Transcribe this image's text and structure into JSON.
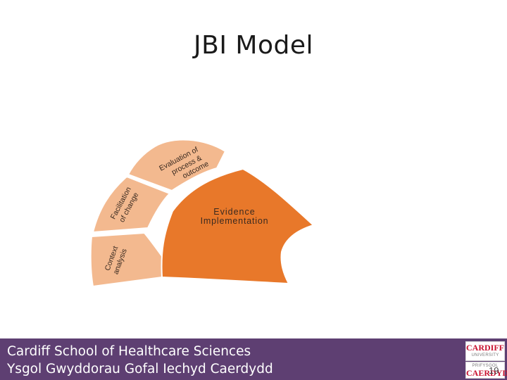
{
  "slide": {
    "title": "JBI Model",
    "page_number": "19"
  },
  "diagram": {
    "center_lines": [
      "Evidence",
      "Implementation"
    ],
    "segments": [
      {
        "lines": [
          "Context",
          "analysis"
        ]
      },
      {
        "lines": [
          "Facilitation",
          "of change"
        ]
      },
      {
        "lines": [
          "Evaluation of",
          "process &",
          "outcome"
        ]
      }
    ],
    "colors": {
      "center_fill": "#e8782a",
      "segment_fill": "#f3b98f",
      "outline": "#ffffff"
    }
  },
  "footer": {
    "line1": "Cardiff School of Healthcare Sciences",
    "line2": "Ysgol Gwyddorau Gofal Iechyd Caerdydd",
    "background": "#5e3f72"
  },
  "logo": {
    "en_name": "CARDIFF",
    "en_sub": "UNIVERSITY",
    "cy_sub": "PRIFYSGOL",
    "cy_name": "CAERDYDD",
    "color": "#c8102e"
  }
}
